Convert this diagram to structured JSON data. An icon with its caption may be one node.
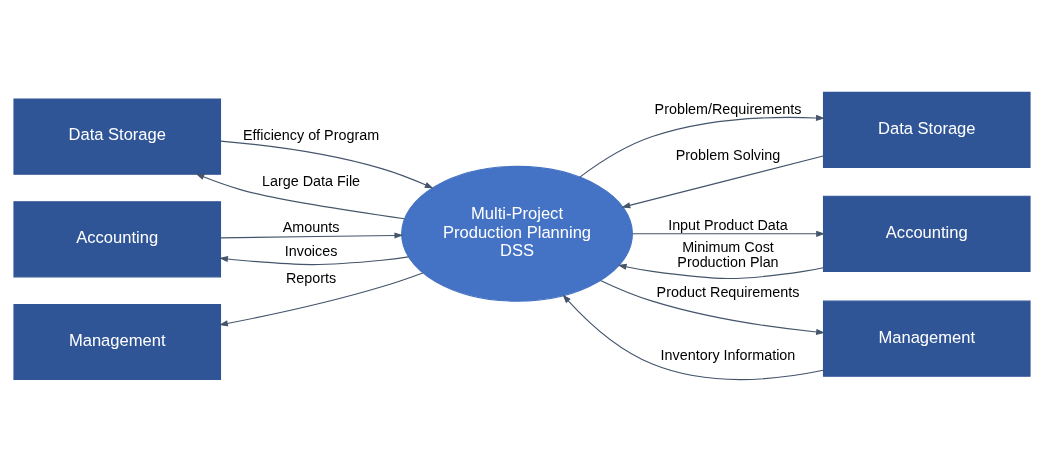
{
  "diagram": {
    "nodes": [
      {
        "text": [
          "Data Storage"
        ]
      },
      {
        "text": [
          "Data Storage"
        ]
      },
      {
        "text": [
          "Accounting"
        ]
      },
      {
        "text": [
          "Multi-Project Production Planning DSS"
        ]
      },
      {
        "text": [
          "Accounting"
        ]
      },
      {
        "text": [
          "Management"
        ]
      },
      {
        "text": [
          "Management"
        ]
      }
    ],
    "edges": [
      {
        "from": 0,
        "to": 3,
        "arrow": "to",
        "label": "Efficiency of Program"
      },
      {
        "from": 3,
        "to": 0,
        "arrow": "to",
        "label": "Large Data File"
      },
      {
        "from": 3,
        "to": 1,
        "arrow": "to",
        "label": "Problem/Requirements"
      },
      {
        "from": 1,
        "to": 3,
        "arrow": "to",
        "label": "Problem Solving"
      },
      {
        "from": 2,
        "to": 3,
        "arrow": "to",
        "label": "Amounts"
      },
      {
        "from": 3,
        "to": 2,
        "arrow": "to",
        "label": "Invoices"
      },
      {
        "from": 3,
        "to": 4,
        "arrow": "to",
        "label": "Input Product Data"
      },
      {
        "from": 4,
        "to": 3,
        "arrow": "to",
        "label": "Minimum Cost Production Plan"
      },
      {
        "from": 3,
        "to": 5,
        "arrow": "to",
        "label": "Reports"
      },
      {
        "from": 6,
        "to": 3,
        "arrow": "to",
        "label": "Inventory Information"
      },
      {
        "from": 3,
        "to": 6,
        "arrow": "to",
        "label": "Product Requirements"
      }
    ]
  }
}
